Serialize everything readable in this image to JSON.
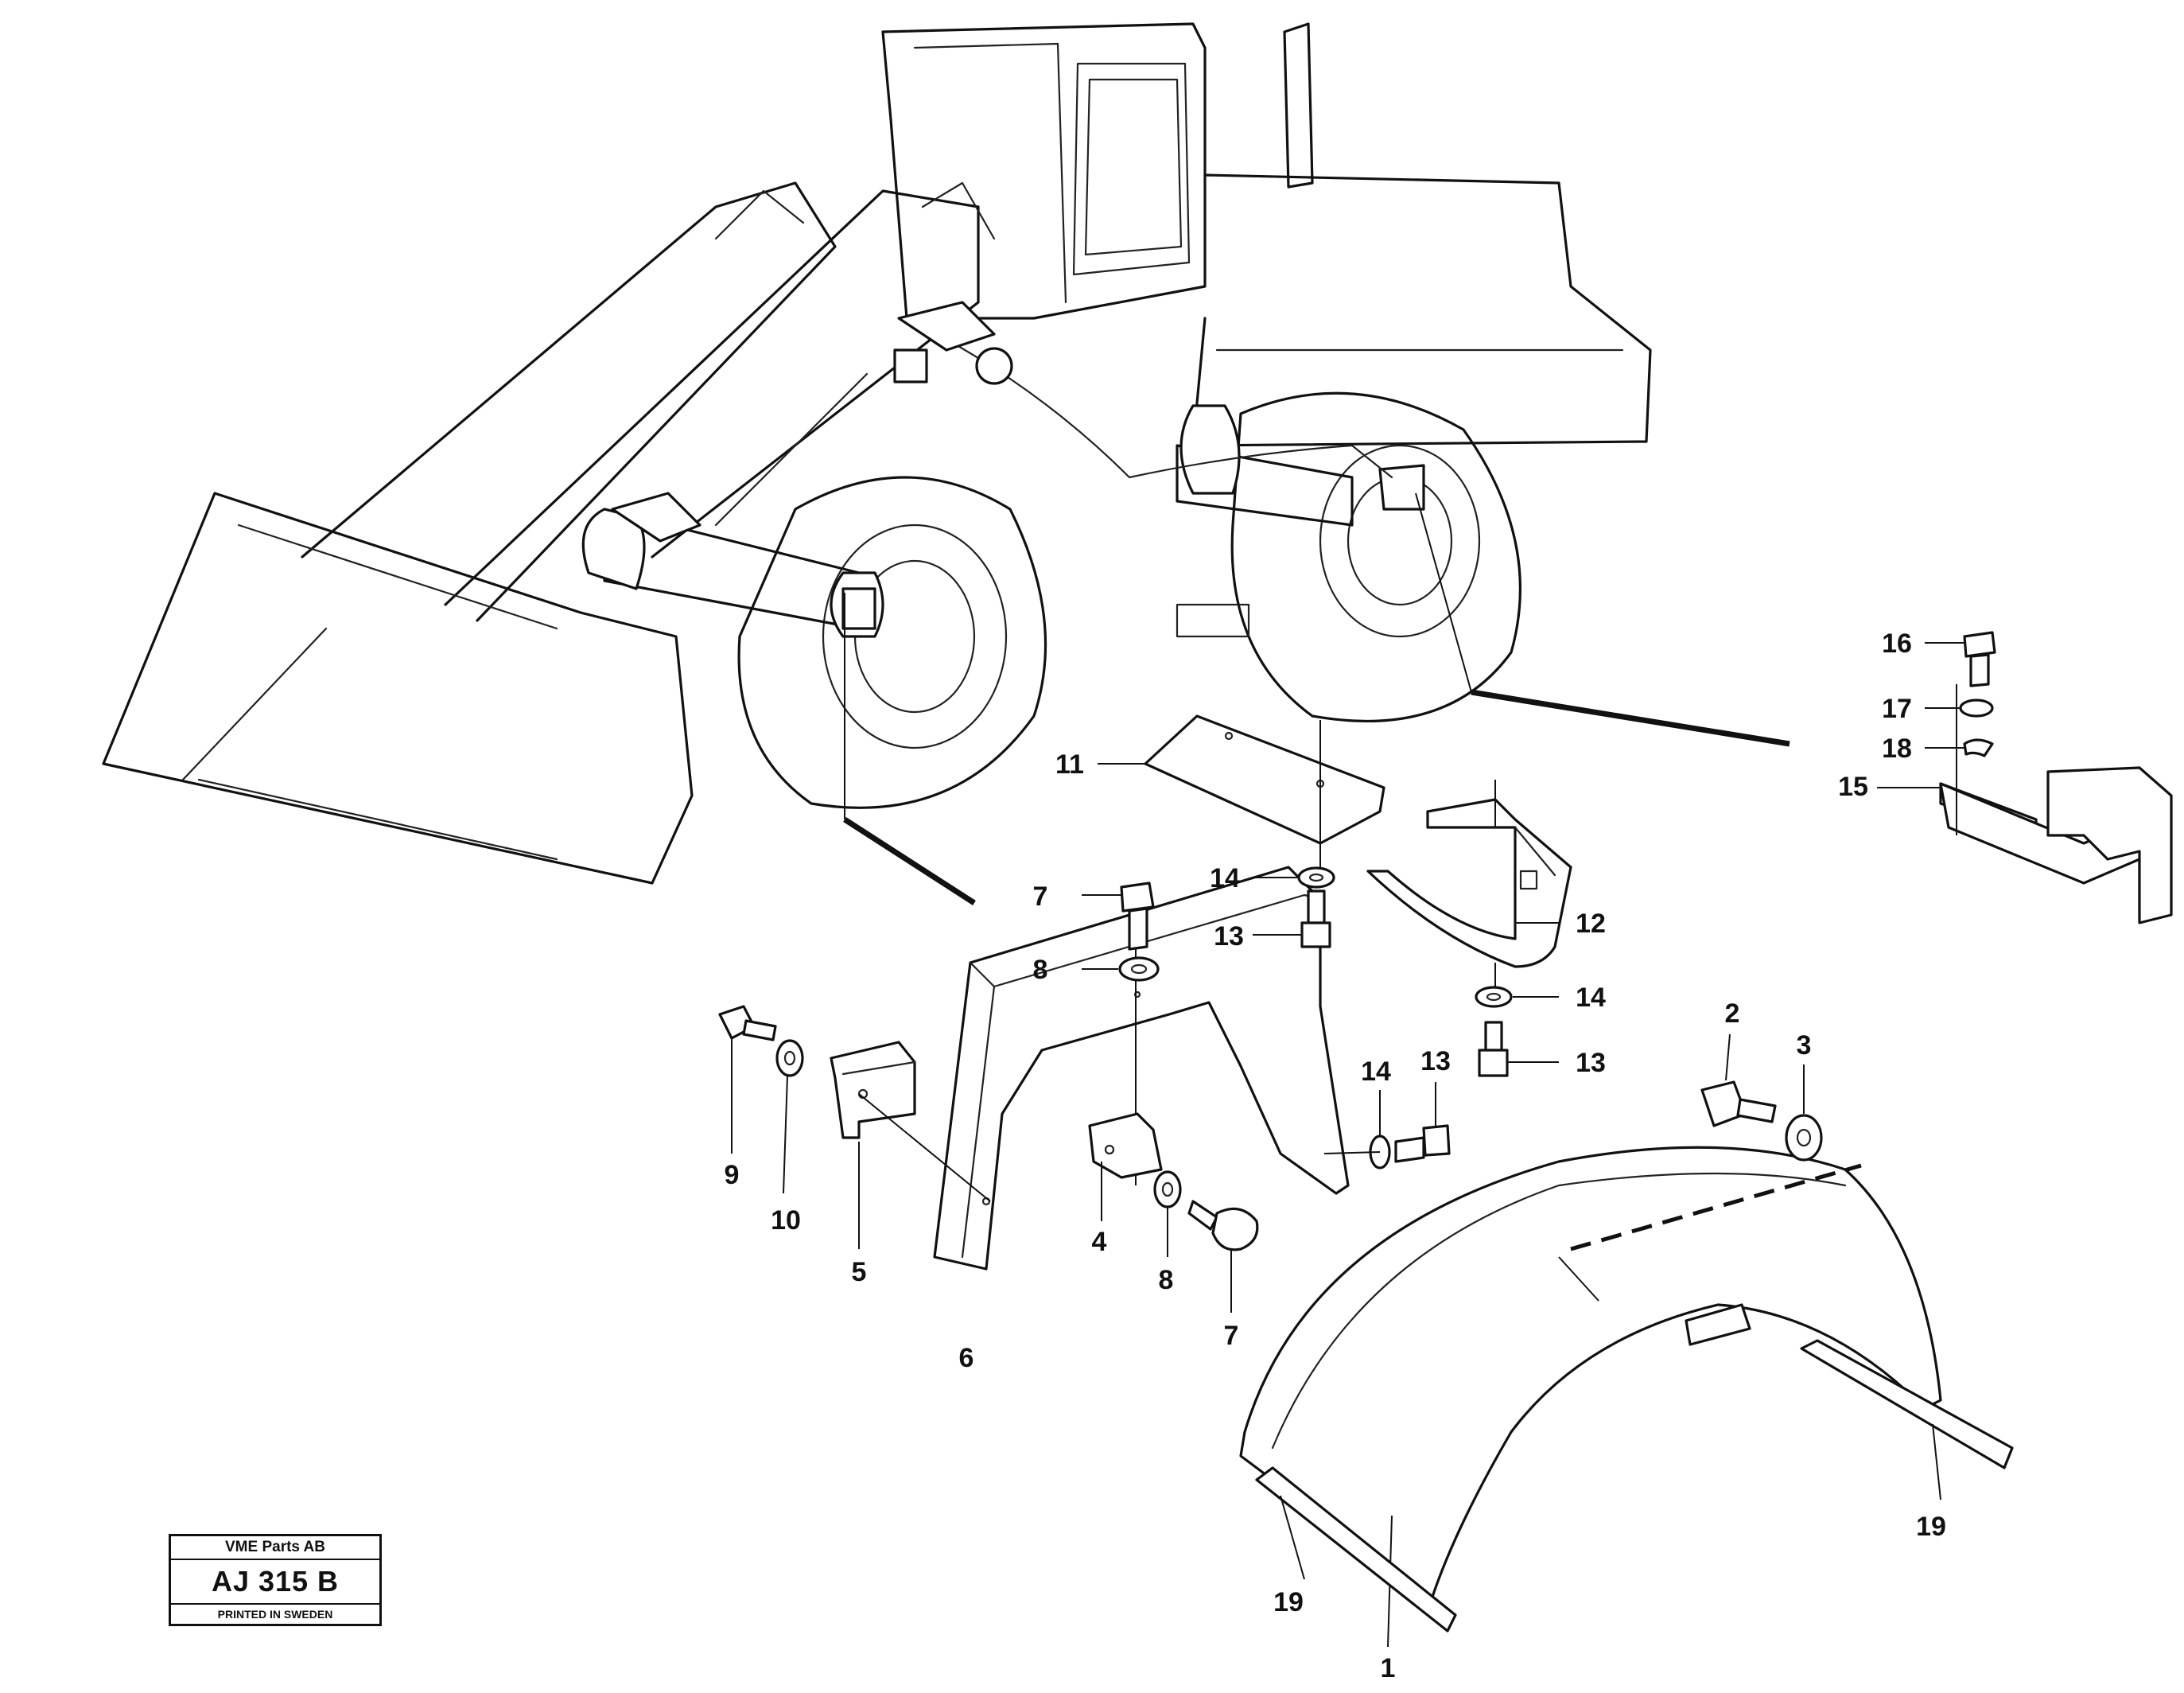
{
  "callouts": {
    "c1": "1",
    "c2": "2",
    "c3": "3",
    "c4": "4",
    "c5": "5",
    "c6": "6",
    "c7a": "7",
    "c7b": "7",
    "c8a": "8",
    "c8b": "8",
    "c9": "9",
    "c10": "10",
    "c11": "11",
    "c12": "12",
    "c13a": "13",
    "c13b": "13",
    "c13c": "13",
    "c14a": "14",
    "c14b": "14",
    "c14c": "14",
    "c15": "15",
    "c16": "16",
    "c17": "17",
    "c18": "18",
    "c19a": "19",
    "c19b": "19"
  },
  "stamp": {
    "company": "VME Parts AB",
    "code": "AJ 315 B",
    "printed": "PRINTED IN SWEDEN"
  }
}
